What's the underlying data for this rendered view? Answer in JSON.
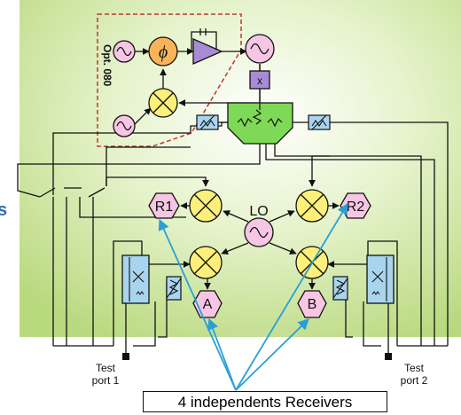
{
  "labels": {
    "option": "Opt. 080",
    "lo": "LO",
    "receivers": {
      "r1": "R1",
      "r2": "R2",
      "a": "A",
      "b": "B"
    },
    "port1": "Test\nport 1",
    "port2": "Test\nport 2",
    "callout": "4 independents Receivers",
    "edge_mark": "s"
  },
  "colors": {
    "background_green": "#c9e39a",
    "mixer_yellow": "#fdf07a",
    "receiver_pink": "#f6c6e4",
    "coupler_blue": "#a9d4ee",
    "amp_purple": "#a88bd6",
    "option_border": "#c0392b",
    "arrow_cyan": "#2a9fd6"
  }
}
